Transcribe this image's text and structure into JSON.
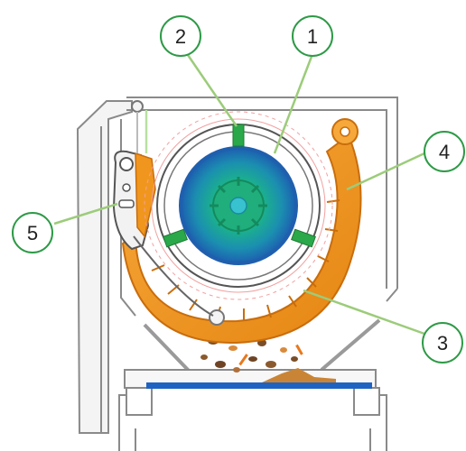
{
  "callouts": [
    {
      "label": "1"
    },
    {
      "label": "2"
    },
    {
      "label": "3"
    },
    {
      "label": "4"
    },
    {
      "label": "5"
    }
  ],
  "colors": {
    "frame": "#8a8a8a",
    "leader": "#9ccc7a",
    "callout_border": "#2d9a46",
    "drum_outer": "#1f6fb8",
    "drum_inner": "#1ab08a",
    "hub": "#19a77a",
    "teeth": "#2aa84a",
    "bracket": "#f0961e",
    "bracket_dark": "#c96d0c",
    "crumbs": "#8a5a2e",
    "tray": "#1f63c2"
  }
}
